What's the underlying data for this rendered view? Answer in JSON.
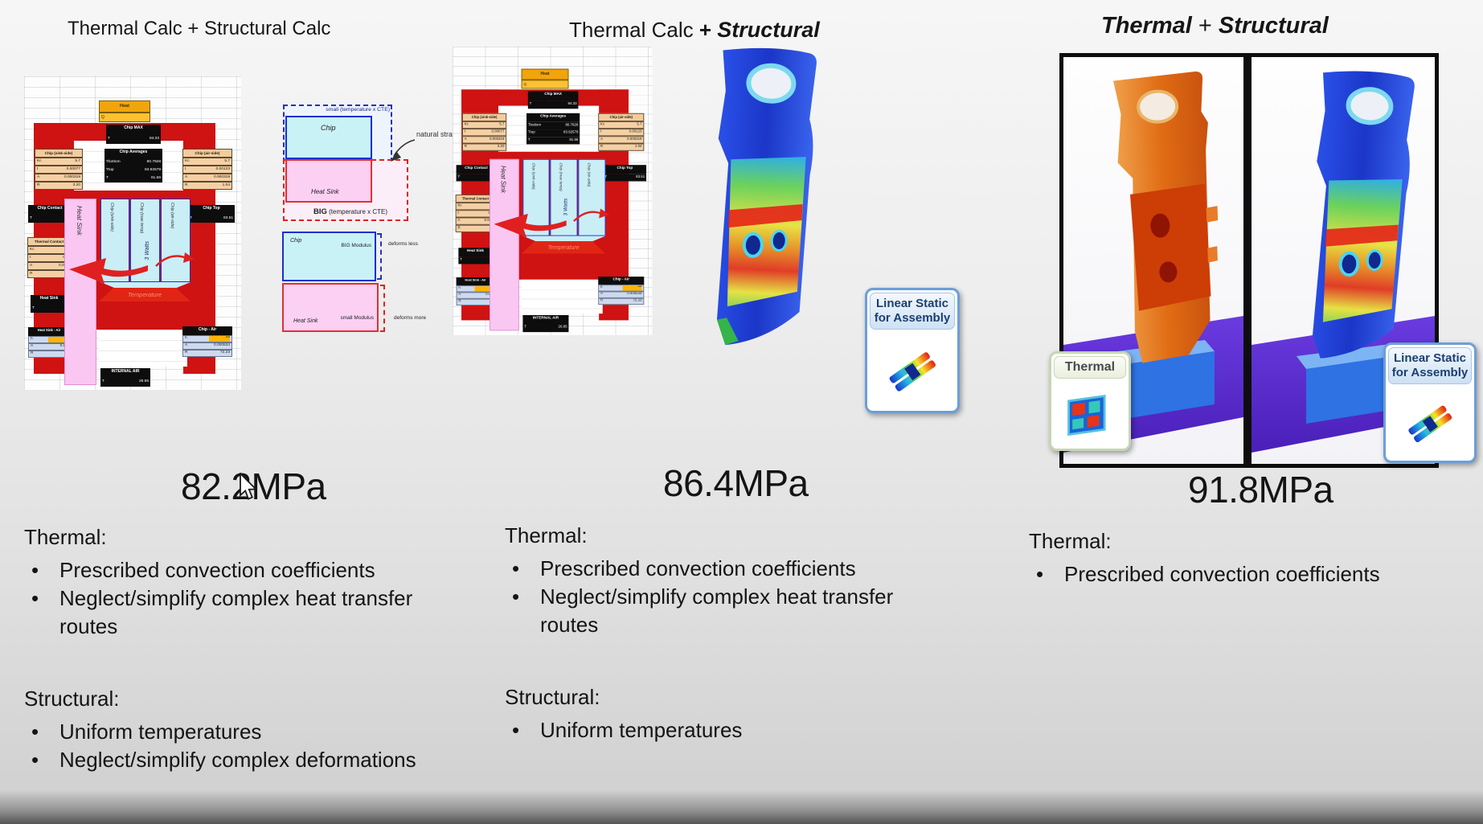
{
  "titles": {
    "col1": "Thermal Calc + Structural Calc",
    "col2_pre": "Thermal Calc ",
    "col2_plus": "+ ",
    "col2_emph": "Structural",
    "col3_emph1": "Thermal",
    "col3_plus": " + ",
    "col3_emph2": "Structural"
  },
  "values": {
    "col1": "82.2MPa",
    "col2": "86.4MPa",
    "col3": "91.8MPa"
  },
  "notes": {
    "col1": {
      "thermal": "Thermal:",
      "thermal_bullets": [
        "Prescribed convection coefficients",
        "Neglect/simplify complex heat transfer routes"
      ],
      "structural": "Structural:",
      "structural_bullets": [
        "Uniform temperatures",
        "Neglect/simplify complex deformations"
      ]
    },
    "col2": {
      "thermal": "Thermal:",
      "thermal_bullets": [
        "Prescribed convection coefficients",
        "Neglect/simplify complex heat transfer routes"
      ],
      "structural": "Structural:",
      "structural_bullets": [
        "Uniform temperatures"
      ]
    },
    "col3": {
      "thermal": "Thermal:",
      "thermal_bullets": [
        "Prescribed convection coefficients"
      ]
    }
  },
  "sheet": {
    "heat": "Heat",
    "q": "Q",
    "chip_max": "Chip MAX",
    "chip_max_row": [
      "T",
      "84.33"
    ],
    "chip_avg": "Chip Averages",
    "chip_avg_rows": [
      [
        "Tbottom",
        "80.7928"
      ],
      [
        "Ttop",
        "83.92579"
      ],
      [
        "T",
        "81.56"
      ]
    ],
    "chip_sink": "Chip (sink-side)",
    "chip_sink_rows": [
      [
        "Kc",
        "5.7"
      ],
      [
        "t",
        "0.00077"
      ],
      [
        "A",
        "0.000319"
      ],
      [
        "R",
        "3.20"
      ]
    ],
    "chip_airside": "Chip (air-side)",
    "chip_air_rows": [
      [
        "Kc",
        "5.7"
      ],
      [
        "t",
        "0.00123"
      ],
      [
        "A",
        "0.000319"
      ],
      [
        "R",
        "1.04"
      ]
    ],
    "chip_contact": "Chip Contact",
    "chip_contact_row": [
      "T",
      ""
    ],
    "chip_top": "Chip Top",
    "chip_top_row": [
      "T",
      "83.51"
    ],
    "thermal_contact": "Thermal Contact",
    "thermal_contact_rows": [
      [
        "Kc",
        ""
      ],
      [
        "t",
        "0.0"
      ],
      [
        "A",
        "0.000"
      ],
      [
        "R",
        ""
      ]
    ],
    "heat_sink": "Heat Sink",
    "heat_sink_row": [
      "T",
      ""
    ],
    "heat_sink_air": "Heat Sink - Air",
    "heat_sink_air_rows": [
      [
        "h",
        ""
      ],
      [
        "A",
        "0.00"
      ],
      [
        "R",
        ""
      ]
    ],
    "chip_air_cell": "Chip - Air",
    "chip_air_cell_rows": [
      [
        "h",
        "25"
      ],
      [
        "A",
        "0.000534"
      ],
      [
        "R",
        "72.23"
      ]
    ],
    "internal_air": "INTERNAL AIR",
    "internal_air_row": [
      "T",
      "26.85"
    ],
    "pink_bar": "Heat Sink",
    "col_sink": "Chip (sink-side)",
    "col_max": "Chip (max temp)",
    "col_air": "Chip (air-side)",
    "watts": "3 Watts",
    "temperature": "Temperature"
  },
  "cte": {
    "small_cte": "small (temperature x CTE)",
    "chip": "Chip",
    "heat_sink": "Heat Sink",
    "big": "BIG",
    "big_rest": " (temperature x CTE)",
    "natural_strain": "natural strain delta",
    "chip2": "Chip",
    "big_modulus": "BIG Modulus",
    "deforms_less": "deforms less",
    "heat_sink2": "Heat Sink",
    "small_modulus": "small Modulus",
    "deforms_more": "deforms more"
  },
  "badges": {
    "ls1": "Linear Static",
    "ls2": "for Assembly",
    "thermal": "Thermal"
  },
  "colors": {
    "sheet_red": "#cf1212",
    "heat_orange": "#f2a50a",
    "pink": "#f9c7f2",
    "cyan": "#c9eef6",
    "badge_blue": "#6b9fd8",
    "thermal_border": "#c6d6b4",
    "value_text": "#141414"
  }
}
